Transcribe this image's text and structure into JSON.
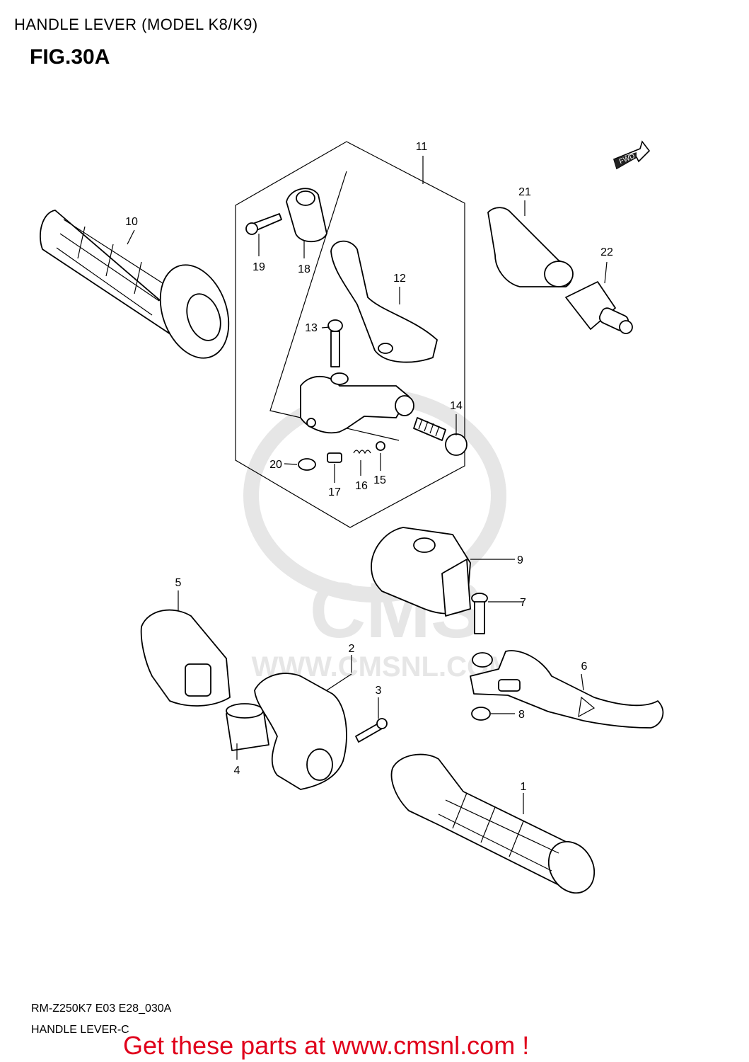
{
  "header": {
    "title": "HANDLE LEVER (MODEL K8/K9)",
    "figure": "FIG.30A"
  },
  "watermark": {
    "logo_text": "CMS",
    "url_text": "WWW.CMSNL.COM"
  },
  "fwd_badge": "FWD",
  "callouts": [
    "1",
    "2",
    "3",
    "4",
    "5",
    "6",
    "7",
    "8",
    "9",
    "10",
    "11",
    "12",
    "13",
    "14",
    "15",
    "16",
    "17",
    "18",
    "19",
    "20",
    "21",
    "22"
  ],
  "footer": {
    "code": "RM-Z250K7 E03 E28_030A",
    "subtitle": "HANDLE LEVER-C",
    "cta": "Get these parts at www.cmsnl.com !"
  },
  "colors": {
    "cta": "#e0001b",
    "watermark": "#e6e6e6"
  }
}
